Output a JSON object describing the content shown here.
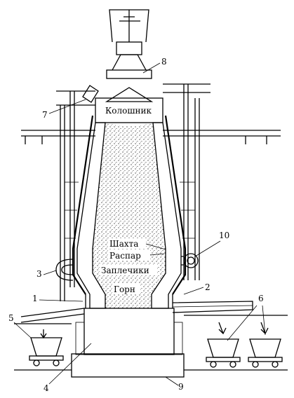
{
  "zones": {
    "top": "Колошник",
    "shaft": "Шахта",
    "belly": "Распар",
    "bosh": "Заплечики",
    "hearth": "Горн"
  },
  "callouts": [
    "1",
    "2",
    "3",
    "4",
    "5",
    "6",
    "7",
    "8",
    "9",
    "10"
  ],
  "colors": {
    "ink": "#000000",
    "background": "#ffffff"
  }
}
